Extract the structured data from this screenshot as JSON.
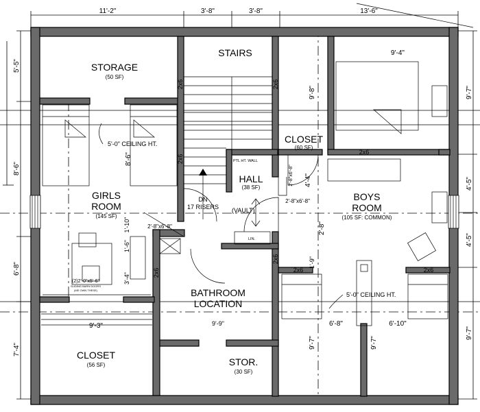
{
  "rooms": {
    "storage": {
      "name": "STORAGE",
      "area": "(50 SF)"
    },
    "stairs": {
      "name": "STAIRS"
    },
    "closet_top": {
      "name": "CLOSET",
      "area": "(60 SF)"
    },
    "hall": {
      "name": "HALL",
      "area": "(38 SF)"
    },
    "girls_room": {
      "line1": "GIRLS",
      "line2": "ROOM",
      "area": "(145 SF)"
    },
    "boys_room": {
      "line1": "BOYS",
      "line2": "ROOM",
      "area": "(105 SF: COMMON)"
    },
    "bathroom": {
      "line1": "BATHROOM",
      "line2": "LOCATION"
    },
    "closet_bottom": {
      "name": "CLOSET",
      "area": "(56 SF)"
    },
    "stor": {
      "name": "STOR.",
      "area": "(30 SF)"
    }
  },
  "notes": {
    "ceiling_girls": "5'-0\" CEILING HT.",
    "ceiling_boys": "5'-0\" CEILING HT.",
    "stairs_dn": "DN",
    "stairs_risers": "17 RISERS",
    "ptl_wall": "PTL HT. WALL",
    "vault": "(VAULT)",
    "lin": "LIN.",
    "barn_doors_1": "(2)2'-0\"x5'-6\"",
    "barn_doors_2": "SLIDING BARN DOORS",
    "barn_doors_3": "(ME OWN THESE)"
  },
  "dimensions": {
    "top_1": "11'-2\"",
    "top_2": "3'-8\"",
    "top_3": "3'-8\"",
    "top_4": "13'-6\"",
    "left_1": "5'-5\"",
    "left_2": "8'-6\"",
    "left_3": "6'-8\"",
    "left_4": "7'-4\"",
    "right_1": "9'-7\"",
    "right_2": "4'-5\"",
    "right_3": "4'-5\"",
    "right_4": "9'-7\"",
    "boys_top_width": "9'-4\"",
    "closet_height": "9'-8\"",
    "girls_bed_height": "8'-6\"",
    "door_girls": "2'-8\"x6'-8\"",
    "door_closet_v": "2'-8\"x6'-8\"",
    "door_boys": "2'-8\"x6'-8\"",
    "hall_44": "4'-4\"",
    "hall_28": "2'-8\"",
    "wall_16": "1'-6\"",
    "wall_110": "1'-10\"",
    "wall_34": "3'-4\"",
    "wall_19": "1'-9\"",
    "closet_width": "9'-3\"",
    "bath_width": "9'-9\"",
    "boys_bot_left": "6'-8\"",
    "boys_bot_right": "6'-10\"",
    "boys_bot_h1": "9'-7\"",
    "boys_bot_h2": "9'-7\"",
    "stud_a": "2x6",
    "stud_b": "2x6",
    "stud_c": "2x6",
    "stud_d": "2x6",
    "stud_e": "2x6",
    "stud_f": "2x6",
    "stud_g": "2x6",
    "stud_h": "2x6"
  }
}
